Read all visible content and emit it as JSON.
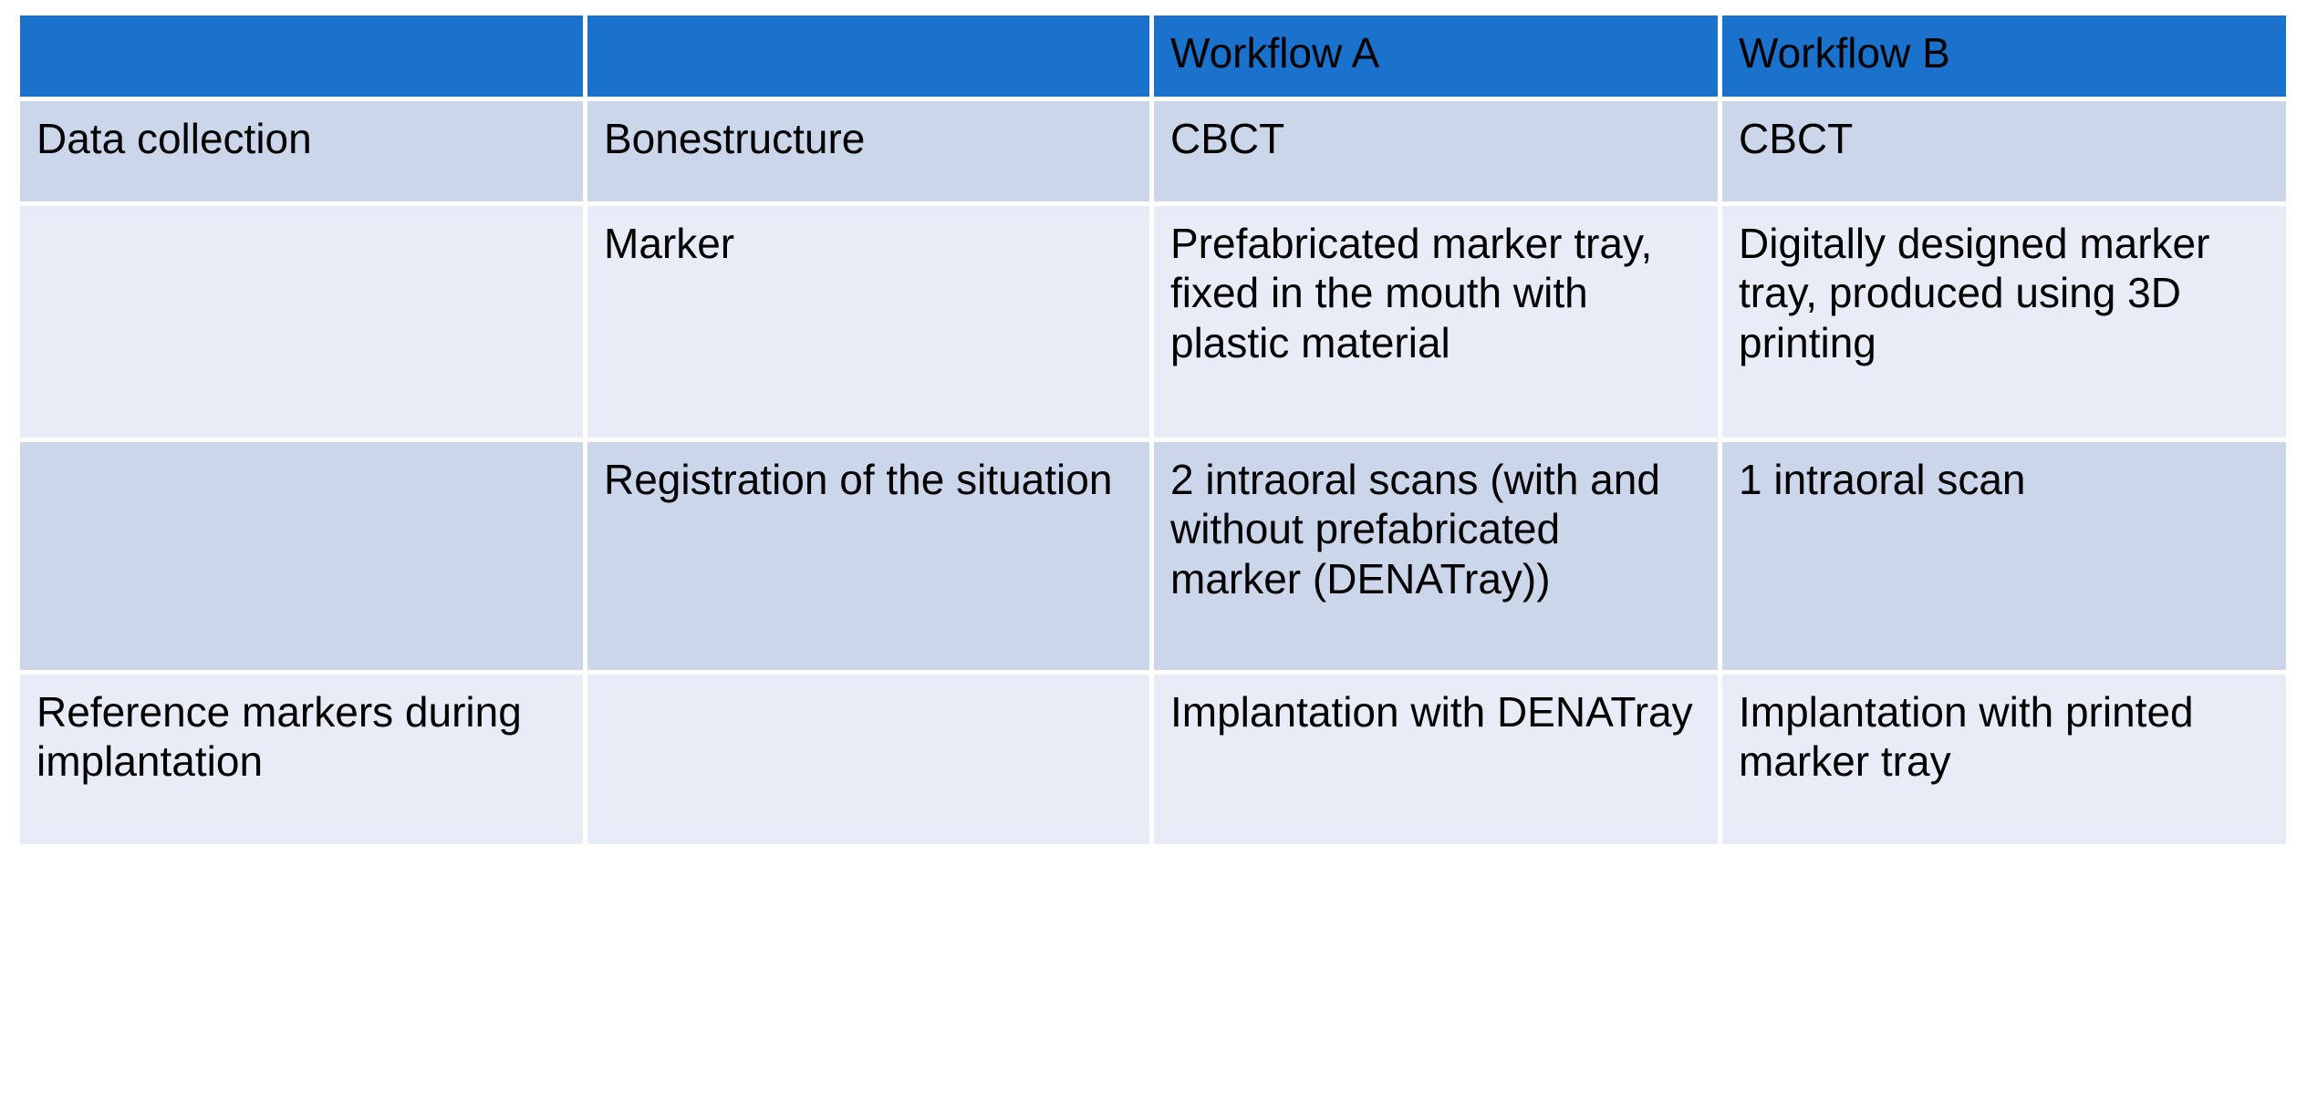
{
  "table": {
    "columns": [
      {
        "key": "stage",
        "header": ""
      },
      {
        "key": "step",
        "header": ""
      },
      {
        "key": "workflow_a",
        "header": "Workflow A"
      },
      {
        "key": "workflow_b",
        "header": "Workflow B"
      }
    ],
    "header_background": "#1a72cc",
    "header_text_color": "#ffffff",
    "band_dark": "#ccd6ea",
    "band_light": "#e7ecf6",
    "rows": [
      {
        "stage": "Data collection",
        "step": "Bonestructure",
        "workflow_a": "CBCT",
        "workflow_b": "CBCT"
      },
      {
        "stage": "",
        "step": "Marker",
        "workflow_a": "Prefabricated marker tray, fixed in the mouth with plastic material",
        "workflow_b": "Digitally designed marker tray, produced using 3D printing"
      },
      {
        "stage": "",
        "step": "Registration of the situation",
        "workflow_a": "2 intraoral scans (with and without prefabricated marker (DENATray))",
        "workflow_b": "1 intraoral scan"
      },
      {
        "stage": "Reference markers during implantation",
        "step": "",
        "workflow_a": "Implantation with DENATray",
        "workflow_b": "Implantation with printed marker tray"
      }
    ]
  }
}
